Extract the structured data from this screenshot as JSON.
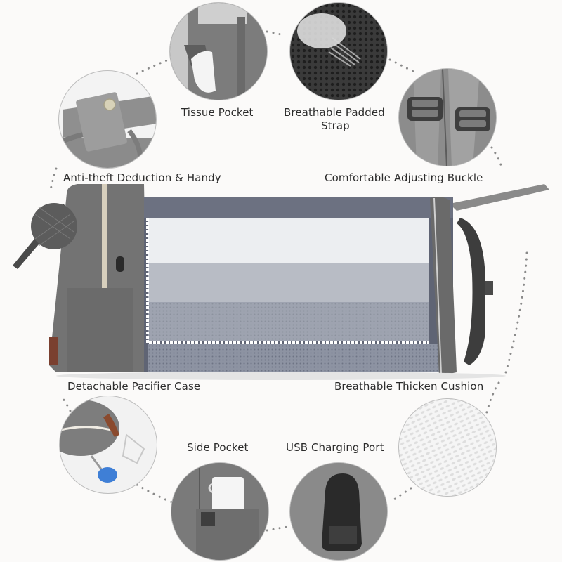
{
  "features": [
    {
      "id": "anti-theft",
      "label": "Anti-theft Deduction & Handy"
    },
    {
      "id": "tissue-pocket",
      "label": "Tissue Pocket"
    },
    {
      "id": "padded-strap",
      "label_line1": "Breathable Padded",
      "label_line2": "Strap"
    },
    {
      "id": "adjusting-buckle",
      "label": "Comfortable Adjusting Buckle"
    },
    {
      "id": "pacifier-case",
      "label": "Detachable Pacifier Case"
    },
    {
      "id": "side-pocket",
      "label": "Side Pocket"
    },
    {
      "id": "usb-port",
      "label": "USB Charging Port"
    },
    {
      "id": "thicken-cushion",
      "label": "Breathable Thicken Cushion"
    }
  ],
  "colors": {
    "background": "#fbfaf9",
    "fabric_gray": "#7a7a7a",
    "fabric_dark": "#5a5a5a",
    "mesh_panel": "#e6e8ec",
    "bassinet_navy": "#5d6272",
    "lace_white": "#ffffff",
    "leather_brown": "#8a4a2e",
    "pacifier_blue": "#3f7fd6",
    "dotted_line": "#8a8a8a",
    "label_text": "#2b2b2b"
  }
}
